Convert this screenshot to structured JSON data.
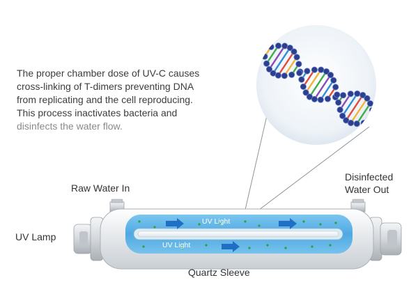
{
  "description": {
    "lines": [
      "The proper chamber dose of UV-C causes",
      "cross-linking of T-dimers preventing DNA",
      "from replicating and the cell reproducing.",
      "This process inactivates bacteria and",
      "disinfects the water flow."
    ]
  },
  "labels": {
    "raw_water_in": "Raw Water In",
    "disinfected_line1": "Disinfected",
    "disinfected_line2": "Water Out",
    "uv_lamp": "UV Lamp",
    "quartz_sleeve": "Quartz Sleeve",
    "uv_light_top": "UV Light",
    "uv_light_bottom": "UV Light"
  },
  "colors": {
    "water": "#5fb7ea",
    "water_light": "#a9daf5",
    "arrow": "#1f6fc4",
    "dot": "#2f9e3e",
    "housing": "#e9ecef",
    "housing_stroke": "#b8bec4",
    "dna_blue": "#2c3e8f",
    "dna_circle": "#eef3f8"
  }
}
